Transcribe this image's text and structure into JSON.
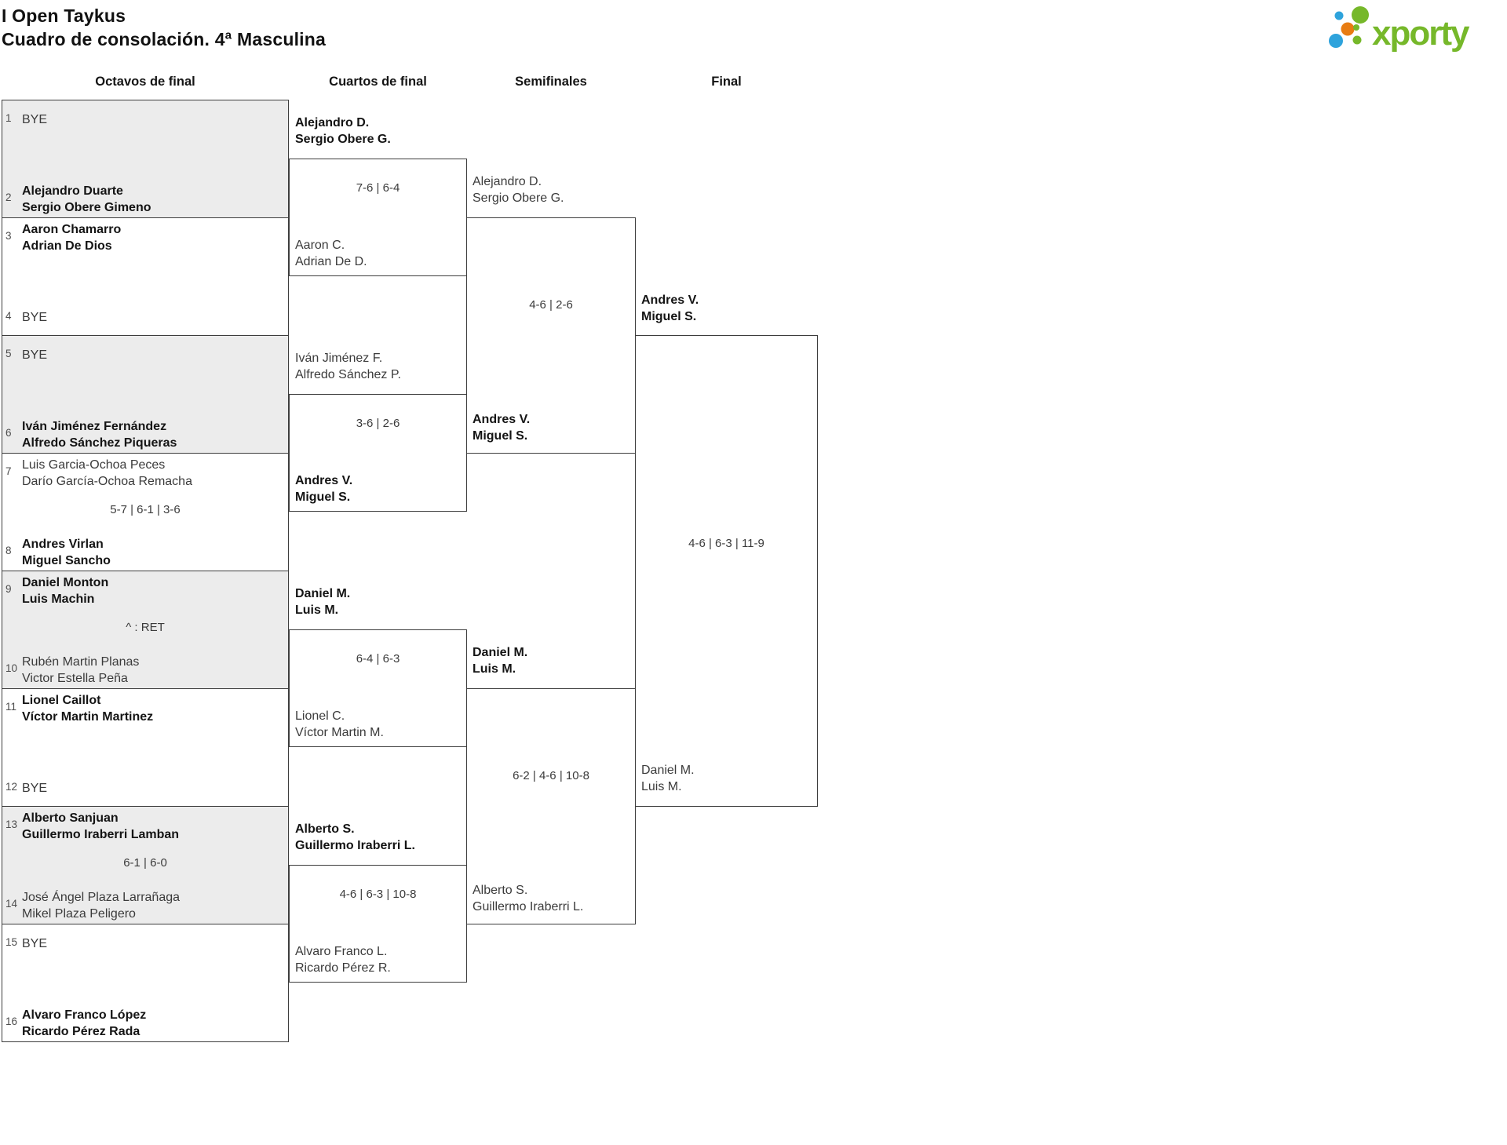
{
  "header": {
    "title": "I Open Taykus",
    "subtitle": "Cuadro de consolación. 4ª Masculina"
  },
  "brand": {
    "name": "xporty"
  },
  "colors": {
    "brand_green": "#76b82a",
    "brand_blue": "#2ea3dc",
    "brand_orange": "#e87c12",
    "box_gray": "#ececec",
    "line": "#3d3d3d"
  },
  "rounds": [
    "Octavos de final",
    "Cuartos de final",
    "Semifinales",
    "Final"
  ],
  "r16": {
    "e1": {
      "seed": "1",
      "line1": "BYE"
    },
    "e2": {
      "seed": "2",
      "line1": "Alejandro Duarte",
      "line2": "Sergio Obere Gimeno"
    },
    "e3": {
      "seed": "3",
      "line1": "Aaron Chamarro",
      "line2": "Adrian De Dios"
    },
    "e4": {
      "seed": "4",
      "line1": "BYE"
    },
    "e5": {
      "seed": "5",
      "line1": "BYE"
    },
    "e6": {
      "seed": "6",
      "line1": "Iván Jiménez Fernández",
      "line2": "Alfredo Sánchez Piqueras"
    },
    "e7": {
      "seed": "7",
      "line1": "Luis Garcia-Ochoa Peces",
      "line2": "Darío García-Ochoa Remacha"
    },
    "e8": {
      "seed": "8",
      "line1": "Andres Virlan",
      "line2": "Miguel Sancho"
    },
    "e9": {
      "seed": "9",
      "line1": "Daniel Monton",
      "line2": "Luis Machin"
    },
    "e10": {
      "seed": "10",
      "line1": "Rubén Martin Planas",
      "line2": "Victor Estella Peña"
    },
    "e11": {
      "seed": "11",
      "line1": "Lionel Caillot",
      "line2": "Víctor Martin Martinez"
    },
    "e12": {
      "seed": "12",
      "line1": "BYE"
    },
    "e13": {
      "seed": "13",
      "line1": "Alberto Sanjuan",
      "line2": "Guillermo Iraberri Lamban"
    },
    "e14": {
      "seed": "14",
      "line1": "José Ángel Plaza Larrañaga",
      "line2": "Mikel Plaza Peligero"
    },
    "e15": {
      "seed": "15",
      "line1": "BYE"
    },
    "e16": {
      "seed": "16",
      "line1": "Alvaro Franco López",
      "line2": "Ricardo Pérez Rada"
    },
    "score_m4": "5-7 | 6-1 | 3-6",
    "score_m5": "^ : RET",
    "score_m7": "6-1 | 6-0"
  },
  "qf": {
    "m1": {
      "p1_line1": "Alejandro D.",
      "p1_line2": "Sergio Obere G.",
      "score": "7-6 | 6-4",
      "p2_line1": "Aaron C.",
      "p2_line2": "Adrian De D."
    },
    "m2": {
      "p1_line1": "Iván Jiménez F.",
      "p1_line2": "Alfredo Sánchez P.",
      "score": "3-6 | 2-6",
      "p2_line1": "Andres V.",
      "p2_line2": "Miguel S."
    },
    "m3": {
      "p1_line1": "Daniel M.",
      "p1_line2": "Luis M.",
      "score": "6-4 | 6-3",
      "p2_line1": "Lionel C.",
      "p2_line2": "Víctor Martin M."
    },
    "m4": {
      "p1_line1": "Alberto S.",
      "p1_line2": "Guillermo Iraberri L.",
      "score": "4-6 | 6-3 | 10-8",
      "p2_line1": "Alvaro Franco L.",
      "p2_line2": "Ricardo Pérez R."
    }
  },
  "sf": {
    "m1": {
      "p1_line1": "Alejandro D.",
      "p1_line2": "Sergio Obere G.",
      "score": "4-6 | 2-6",
      "p2_line1": "Andres V.",
      "p2_line2": "Miguel S."
    },
    "m2": {
      "p1_line1": "Daniel M.",
      "p1_line2": "Luis M.",
      "score": "6-2 | 4-6 | 10-8",
      "p2_line1": "Alberto S.",
      "p2_line2": "Guillermo Iraberri L."
    }
  },
  "final": {
    "p1_line1": "Andres V.",
    "p1_line2": "Miguel S.",
    "score": "4-6 | 6-3 | 11-9",
    "p2_line1": "Daniel M.",
    "p2_line2": "Luis M."
  }
}
